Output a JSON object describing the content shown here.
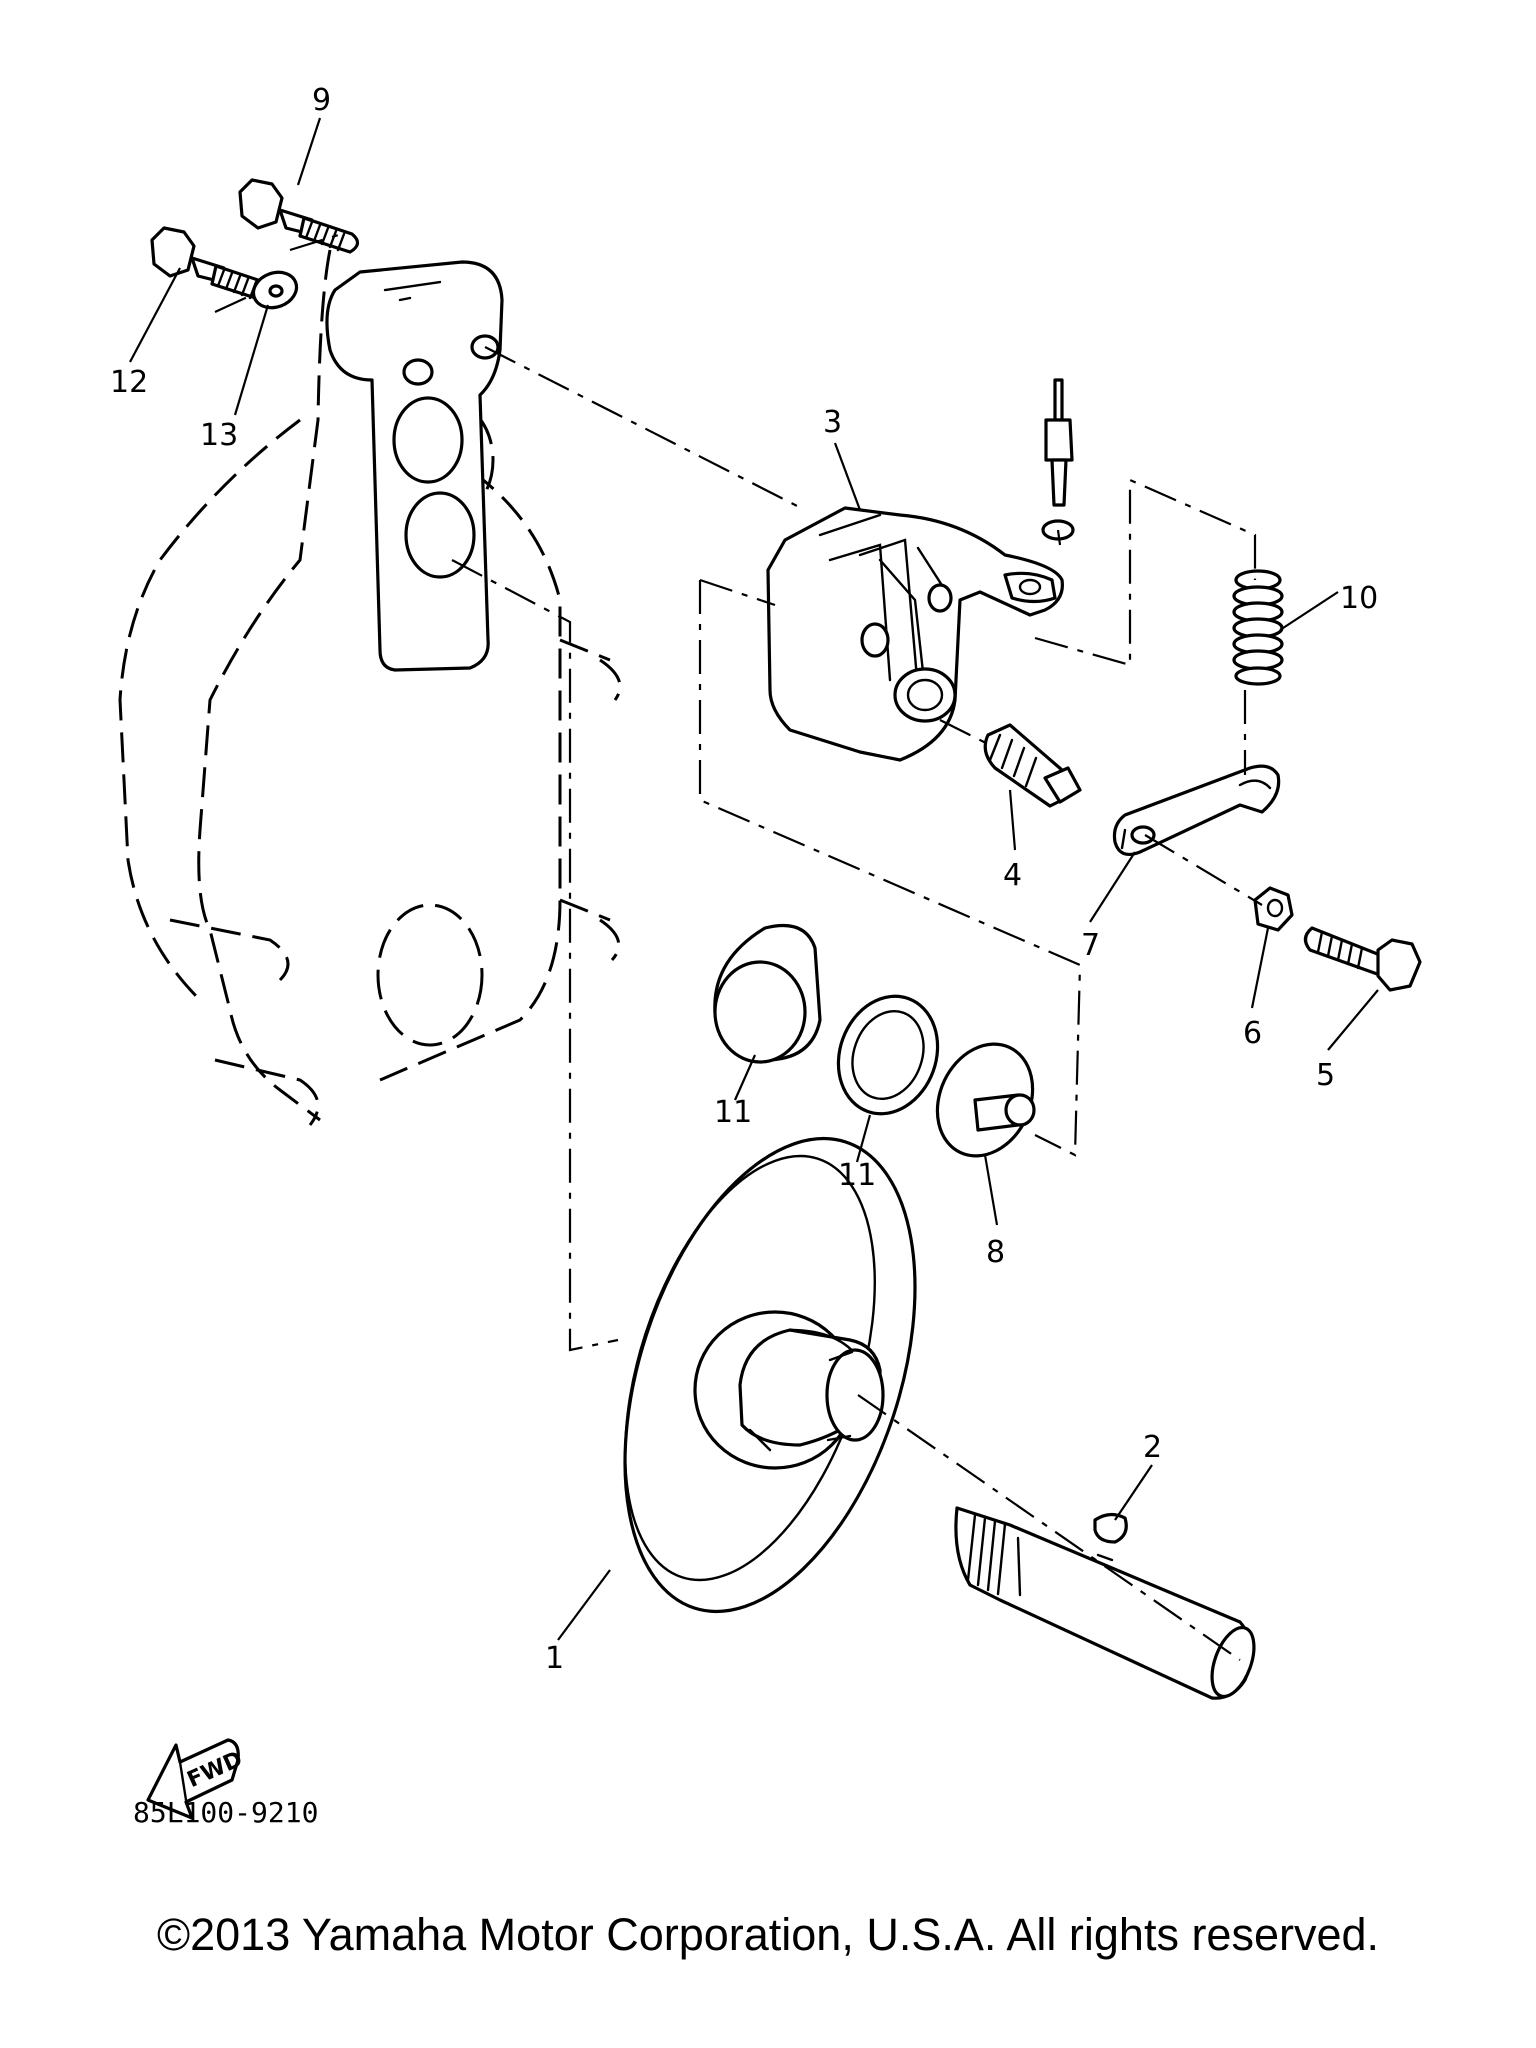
{
  "diagram": {
    "callouts": [
      "1",
      "2",
      "3",
      "4",
      "5",
      "6",
      "7",
      "8",
      "9",
      "10",
      "11",
      "11",
      "12",
      "13"
    ],
    "fwd_label": "FWD",
    "reference_code": "85L100-9210"
  },
  "footer": {
    "copyright": "©2013 Yamaha Motor Corporation, U.S.A. All rights reserved."
  }
}
